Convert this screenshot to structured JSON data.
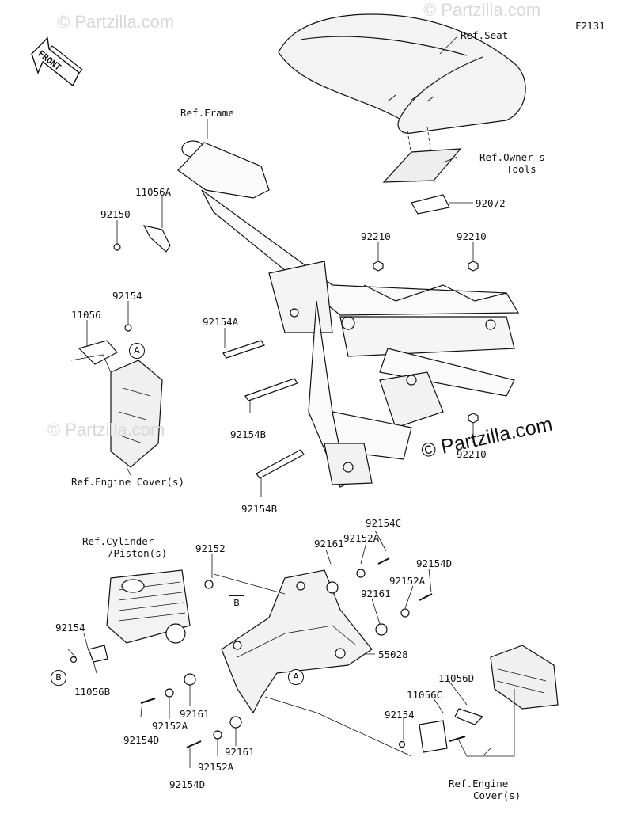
{
  "figure_code": "F2131",
  "front_label": "FRONT",
  "watermarks": {
    "small": "© Partzilla.com",
    "main": "© Partzilla.com"
  },
  "refs": {
    "seat": "Ref.Seat",
    "frame": "Ref.Frame",
    "owners_tools_1": "Ref.Owner's",
    "owners_tools_2": "Tools",
    "engine_cover_upper": "Ref.Engine Cover(s)",
    "cylinder_1": "Ref.Cylinder",
    "cylinder_2": "/Piston(s)",
    "engine_cover_lower_1": "Ref.Engine",
    "engine_cover_lower_2": "Cover(s)"
  },
  "callouts": {
    "a": "A",
    "b": "B"
  },
  "parts": {
    "p92072": "92072",
    "p11056A": "11056A",
    "p92150": "92150",
    "p92210_a": "92210",
    "p92210_b": "92210",
    "p92210_c": "92210",
    "p92154_a": "92154",
    "p11056": "11056",
    "p92154A": "92154A",
    "p92154B_a": "92154B",
    "p92154B_b": "92154B",
    "p92152": "92152",
    "p92154C": "92154C",
    "p92152A_a": "92152A",
    "p92161_a": "92161",
    "p92154D_a": "92154D",
    "p92152A_b": "92152A",
    "p92161_b": "92161",
    "p55028": "55028",
    "p92154_b": "92154",
    "p11056B": "11056B",
    "p11056D": "11056D",
    "p11056C": "11056C",
    "p92154_c": "92154",
    "p92161_c": "92161",
    "p92152A_c": "92152A",
    "p92154D_b": "92154D",
    "p92161_d": "92161",
    "p92152A_d": "92152A",
    "p92154D_c": "92154D"
  }
}
